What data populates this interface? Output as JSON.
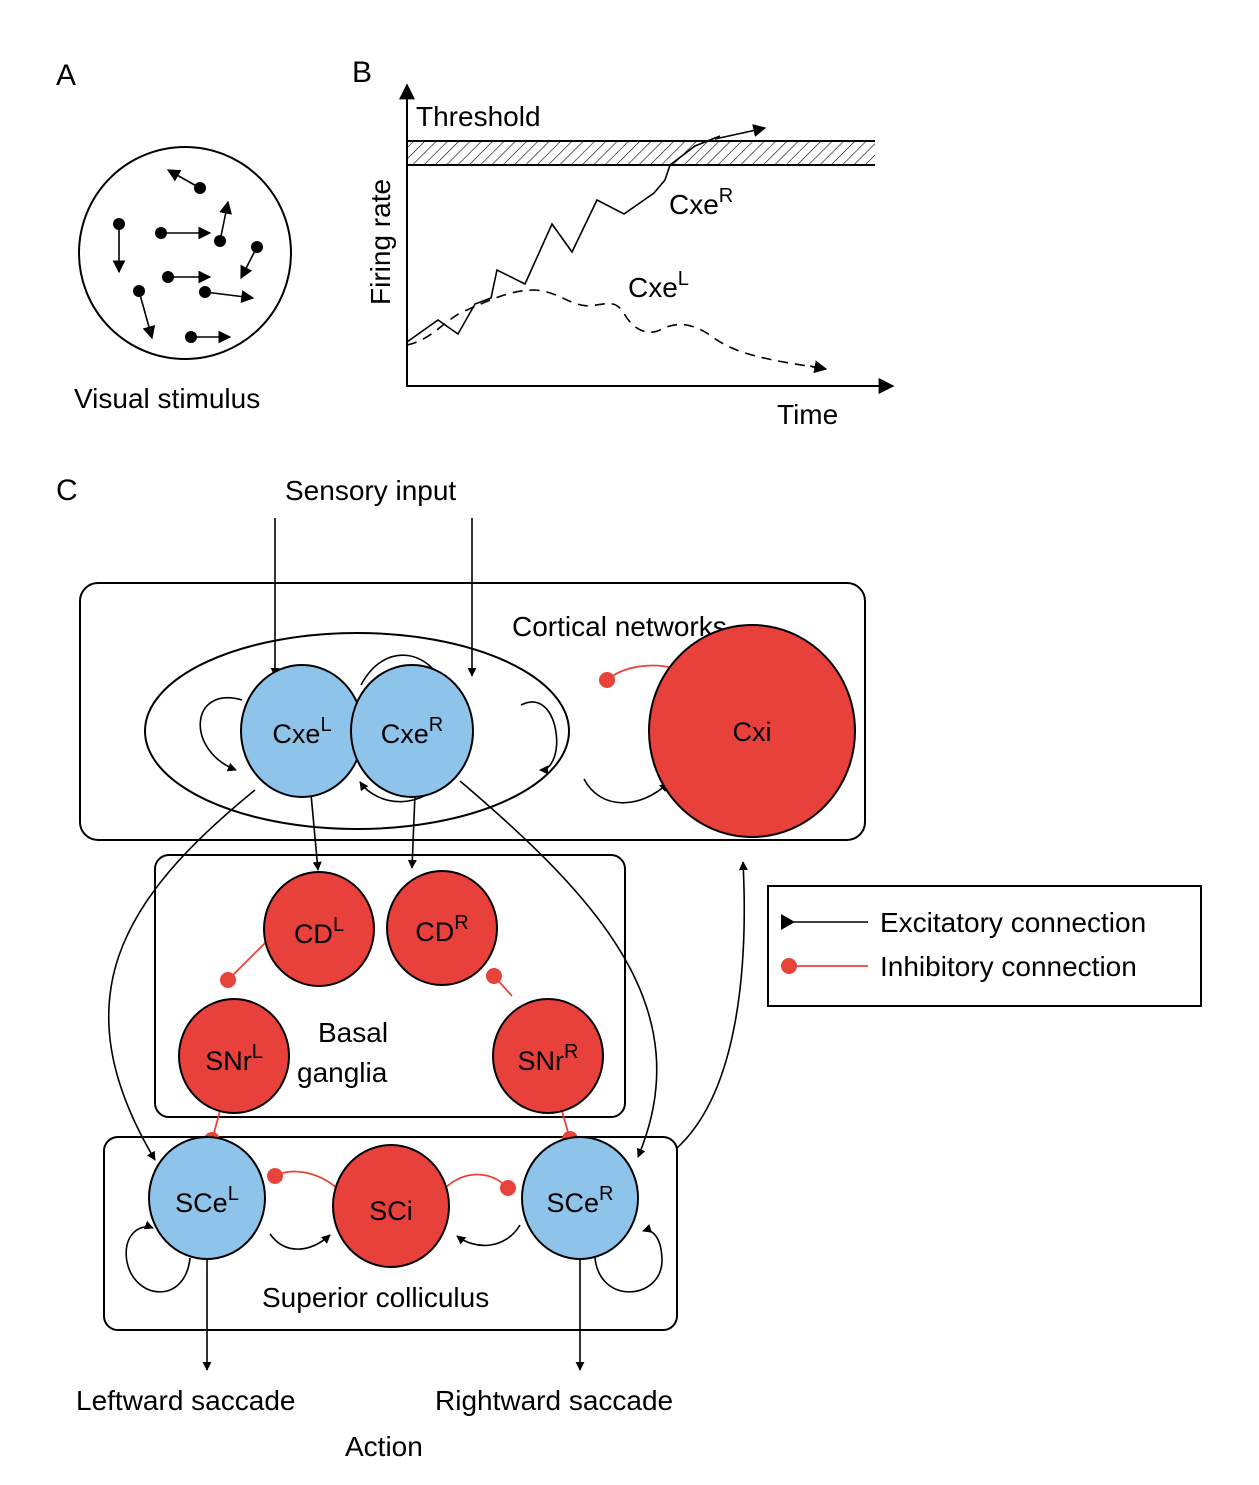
{
  "panels": {
    "a": {
      "label": "A",
      "caption": "Visual stimulus"
    },
    "b": {
      "label": "B",
      "threshold_label": "Threshold",
      "y_axis_label": "Firing rate",
      "x_axis_label": "Time",
      "series": [
        {
          "name": "Cxe",
          "superscript": "R",
          "style": "solid",
          "outcome": "crosses threshold"
        },
        {
          "name": "Cxe",
          "superscript": "L",
          "style": "dashed",
          "outcome": "decays"
        }
      ]
    },
    "c": {
      "label": "C",
      "input_label": "Sensory input",
      "output_label": "Action",
      "regions": {
        "cortex": "Cortical networks",
        "basal_ganglia_line1": "Basal",
        "basal_ganglia_line2": "ganglia",
        "sc": "Superior colliculus"
      },
      "nodes": {
        "cxe_l": {
          "base": "Cxe",
          "sup": "L",
          "type": "excitatory"
        },
        "cxe_r": {
          "base": "Cxe",
          "sup": "R",
          "type": "excitatory"
        },
        "cxi": {
          "base": "Cxi",
          "sup": "",
          "type": "inhibitory"
        },
        "cd_l": {
          "base": "CD",
          "sup": "L",
          "type": "inhibitory"
        },
        "cd_r": {
          "base": "CD",
          "sup": "R",
          "type": "inhibitory"
        },
        "snr_l": {
          "base": "SNr",
          "sup": "L",
          "type": "inhibitory"
        },
        "snr_r": {
          "base": "SNr",
          "sup": "R",
          "type": "inhibitory"
        },
        "sce_l": {
          "base": "SCe",
          "sup": "L",
          "type": "excitatory"
        },
        "sci": {
          "base": "SCi",
          "sup": "",
          "type": "inhibitory"
        },
        "sce_r": {
          "base": "SCe",
          "sup": "R",
          "type": "excitatory"
        }
      },
      "outputs": {
        "left": "Leftward saccade",
        "right": "Rightward saccade"
      },
      "legend": {
        "excitatory": "Excitatory connection",
        "inhibitory": "Inhibitory connection"
      }
    }
  },
  "colors": {
    "excitatory_node": "#8fc4ea",
    "inhibitory_node": "#e8403a",
    "inhibitory_edge": "#e8433a"
  }
}
